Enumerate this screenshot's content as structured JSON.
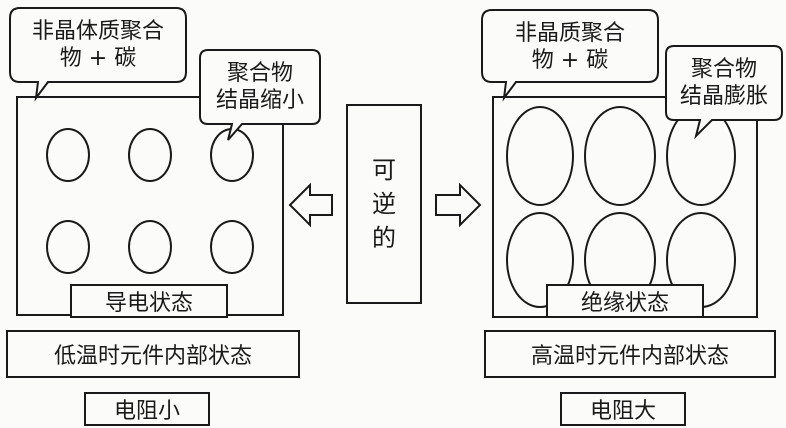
{
  "left_panel": {
    "callout_amorphous": [
      "非晶体质聚合",
      "物 + 碳"
    ],
    "callout_crystal": [
      "聚合物",
      "结晶缩小"
    ],
    "state_label": "导电状态",
    "temperature_label": "低温时元件内部状态",
    "resistance_label": "电阻小"
  },
  "center": {
    "reversible_chars": [
      "可",
      "逆",
      "的"
    ]
  },
  "right_panel": {
    "callout_amorphous": [
      "非晶质聚合",
      "物 + 碳"
    ],
    "callout_crystal": [
      "聚合物",
      "结晶膨胀"
    ],
    "state_label": "绝缘状态",
    "temperature_label": "高温时元件内部状态",
    "resistance_label": "电阻大"
  },
  "colors": {
    "line": "#1a1a1a",
    "background": "#fbfbf9"
  }
}
